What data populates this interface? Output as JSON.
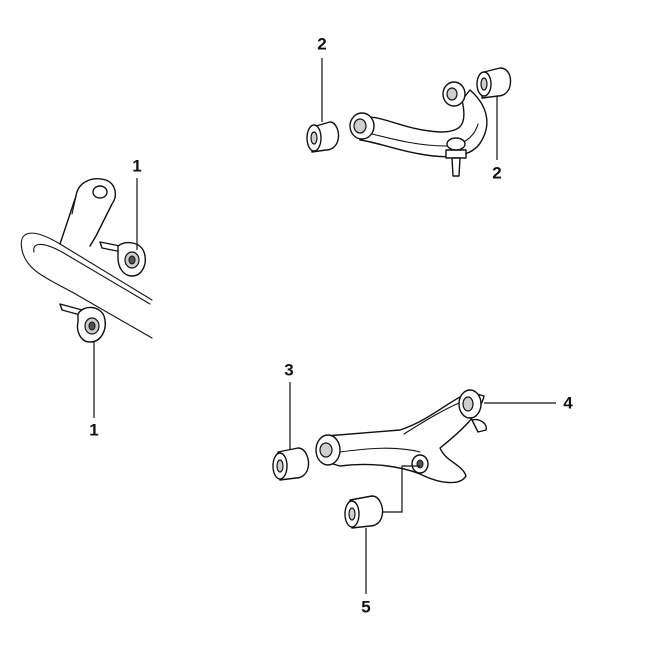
{
  "callouts": [
    {
      "id": "c1a",
      "label": "1"
    },
    {
      "id": "c1b",
      "label": "1"
    },
    {
      "id": "c2a",
      "label": "2"
    },
    {
      "id": "c2b",
      "label": "2"
    },
    {
      "id": "c3",
      "label": "3"
    },
    {
      "id": "c4",
      "label": "4"
    },
    {
      "id": "c5",
      "label": "5"
    }
  ]
}
